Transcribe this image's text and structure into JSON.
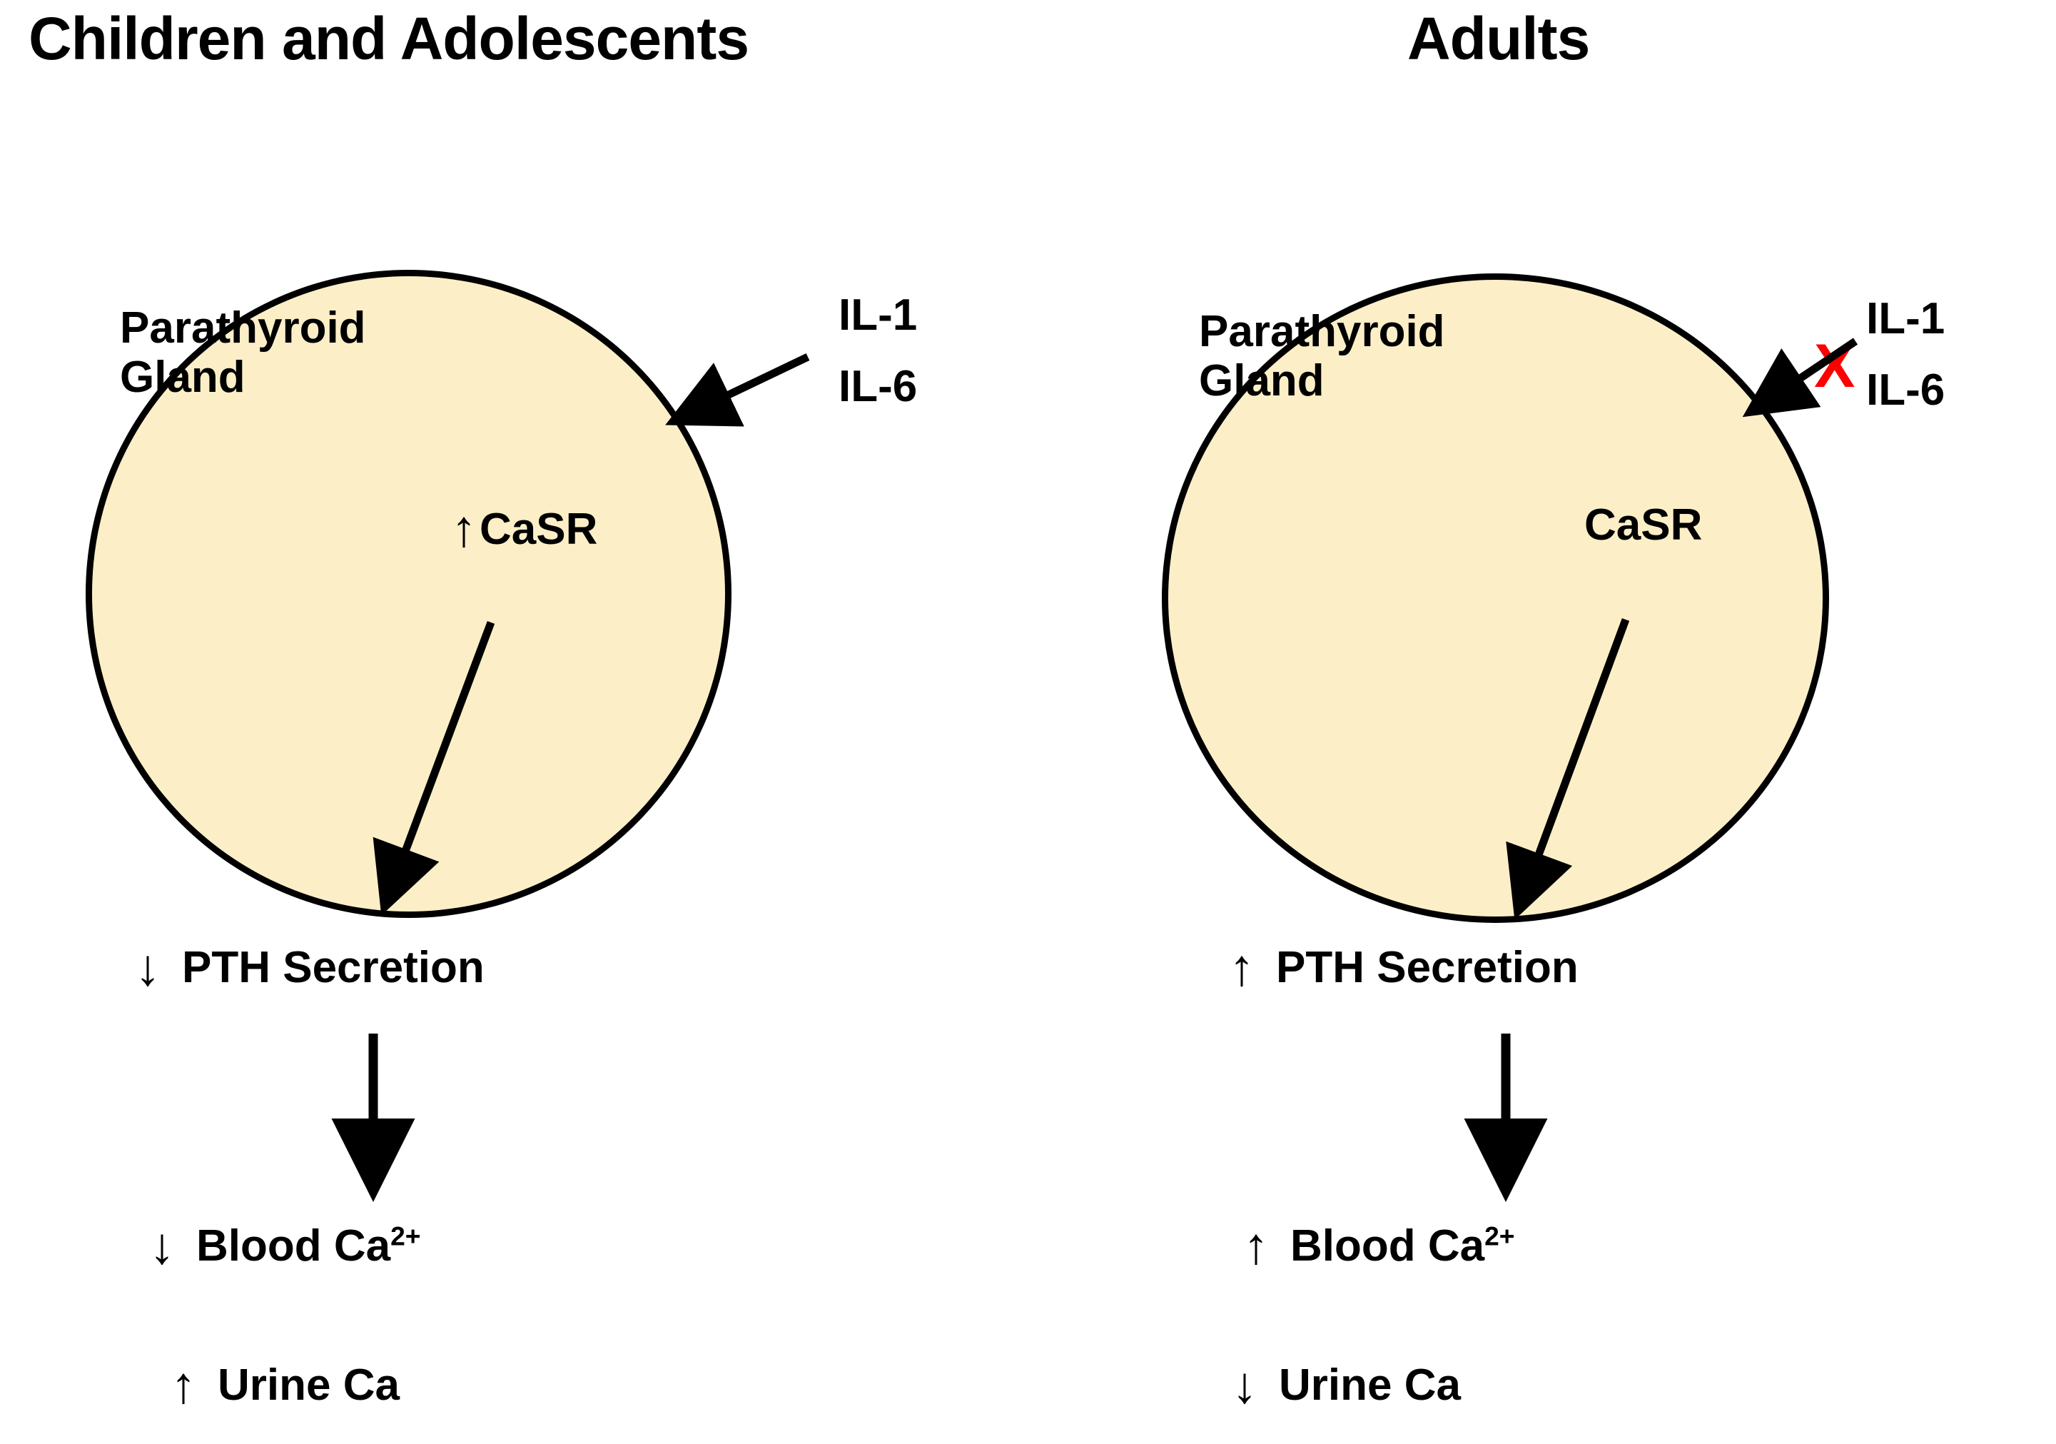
{
  "diagram": {
    "title_not_shown": "",
    "background_color": "#ffffff",
    "gland_fill_color": "#FCEFC7",
    "gland_stroke_color": "#000000",
    "inhibition_color": "#ff0000"
  },
  "panels": [
    {
      "id": "children",
      "title": "Children and Adolescents",
      "gland": {
        "label_line1": "Parathyroid",
        "label_line2": "Gland"
      },
      "casr": {
        "trend": "↑",
        "label": "CaSR",
        "has_trend_arrow": true
      },
      "cytokines": {
        "line1": "IL-1",
        "line2": "IL-6",
        "blocked": false,
        "block_marker": ""
      },
      "cascade": [
        {
          "name": "pth-secretion",
          "trend": "↓",
          "label": "PTH Secretion"
        },
        {
          "name": "blood-calcium",
          "trend": "↓",
          "label": "Blood Ca",
          "sup": "2+"
        },
        {
          "name": "urine-calcium",
          "trend": "↑",
          "label": "Urine Ca",
          "sup": ""
        }
      ]
    },
    {
      "id": "adults",
      "title": "Adults",
      "gland": {
        "label_line1": "Parathyroid",
        "label_line2": "Gland"
      },
      "casr": {
        "trend": "",
        "label": "CaSR",
        "has_trend_arrow": false
      },
      "cytokines": {
        "line1": "IL-1",
        "line2": "IL-6",
        "blocked": true,
        "block_marker": "X"
      },
      "cascade": [
        {
          "name": "pth-secretion",
          "trend": "↑",
          "label": "PTH Secretion"
        },
        {
          "name": "blood-calcium",
          "trend": "↑",
          "label": "Blood Ca",
          "sup": "2+"
        },
        {
          "name": "urine-calcium",
          "trend": "↓",
          "label": "Urine Ca",
          "sup": ""
        }
      ]
    }
  ]
}
